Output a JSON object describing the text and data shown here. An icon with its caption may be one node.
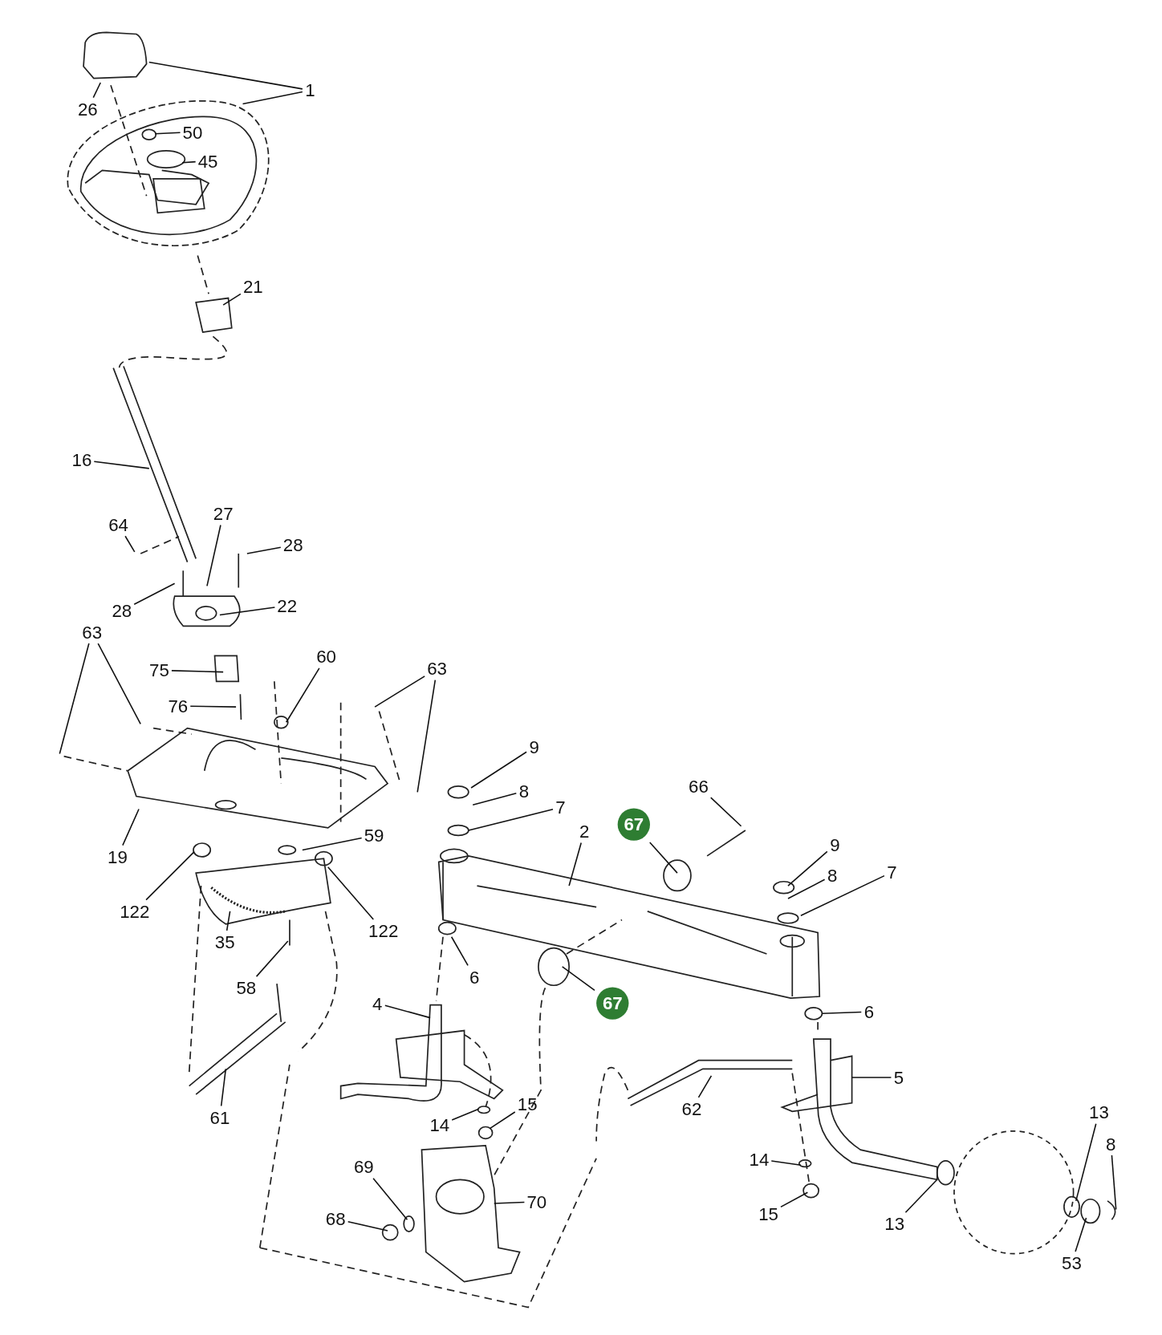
{
  "diagram": {
    "nodes": [
      {
        "text": [
          "1"
        ]
      },
      {
        "text": [
          "26"
        ]
      },
      {
        "text": [
          "50"
        ]
      },
      {
        "text": [
          "45"
        ]
      },
      {
        "text": [
          "21"
        ]
      },
      {
        "text": [
          "16"
        ]
      },
      {
        "text": [
          "64"
        ]
      },
      {
        "text": [
          "27"
        ]
      },
      {
        "text": [
          "28"
        ]
      },
      {
        "text": [
          "28"
        ]
      },
      {
        "text": [
          "22"
        ]
      },
      {
        "text": [
          "63"
        ]
      },
      {
        "text": [
          "75"
        ]
      },
      {
        "text": [
          "60"
        ]
      },
      {
        "text": [
          "63"
        ]
      },
      {
        "text": [
          "76"
        ]
      },
      {
        "text": [
          "9"
        ]
      },
      {
        "text": [
          "66"
        ]
      },
      {
        "text": [
          "8"
        ]
      },
      {
        "text": [
          "7"
        ]
      },
      {
        "text": [
          "2"
        ]
      },
      {
        "text": [
          "67"
        ]
      },
      {
        "text": [
          "9"
        ]
      },
      {
        "text": [
          "8"
        ]
      },
      {
        "text": [
          "7"
        ]
      },
      {
        "text": [
          "19"
        ]
      },
      {
        "text": [
          "59"
        ]
      },
      {
        "text": [
          "122"
        ]
      },
      {
        "text": [
          "122"
        ]
      },
      {
        "text": [
          "35"
        ]
      },
      {
        "text": [
          "6"
        ]
      },
      {
        "text": [
          "58"
        ]
      },
      {
        "text": [
          "67"
        ]
      },
      {
        "text": [
          "4"
        ]
      },
      {
        "text": [
          "6"
        ]
      },
      {
        "text": [
          "5"
        ]
      },
      {
        "text": [
          "62"
        ]
      },
      {
        "text": [
          "61"
        ]
      },
      {
        "text": [
          "14"
        ]
      },
      {
        "text": [
          "15"
        ]
      },
      {
        "text": [
          "13"
        ]
      },
      {
        "text": [
          "8"
        ]
      },
      {
        "text": [
          "14"
        ]
      },
      {
        "text": [
          "69"
        ]
      },
      {
        "text": [
          "70"
        ]
      },
      {
        "text": [
          "15"
        ]
      },
      {
        "text": [
          "68"
        ]
      },
      {
        "text": [
          "13"
        ]
      },
      {
        "text": [
          "53"
        ]
      }
    ],
    "edges": [
      {
        "from": 0,
        "to": null,
        "arrow": "none"
      },
      {
        "from": 0,
        "to": null,
        "arrow": "none"
      },
      {
        "from": 1,
        "to": null,
        "arrow": "none"
      },
      {
        "from": 2,
        "to": null,
        "arrow": "none"
      },
      {
        "from": 3,
        "to": null,
        "arrow": "none"
      },
      {
        "from": 4,
        "to": null,
        "arrow": "none"
      },
      {
        "from": 5,
        "to": null,
        "arrow": "none"
      },
      {
        "from": 6,
        "to": null,
        "arrow": "none"
      },
      {
        "from": 7,
        "to": null,
        "arrow": "none"
      },
      {
        "from": 8,
        "to": null,
        "arrow": "none"
      },
      {
        "from": 9,
        "to": null,
        "arrow": "none"
      },
      {
        "from": 10,
        "to": null,
        "arrow": "none"
      },
      {
        "from": 11,
        "to": null,
        "arrow": "none"
      },
      {
        "from": 11,
        "to": null,
        "arrow": "none"
      },
      {
        "from": 12,
        "to": null,
        "arrow": "none"
      },
      {
        "from": 13,
        "to": null,
        "arrow": "none"
      },
      {
        "from": 14,
        "to": null,
        "arrow": "none"
      },
      {
        "from": 14,
        "to": null,
        "arrow": "none"
      },
      {
        "from": 15,
        "to": null,
        "arrow": "none"
      },
      {
        "from": 16,
        "to": null,
        "arrow": "none"
      },
      {
        "from": 17,
        "to": null,
        "arrow": "none"
      },
      {
        "from": 18,
        "to": null,
        "arrow": "none"
      },
      {
        "from": 19,
        "to": null,
        "arrow": "none"
      },
      {
        "from": 20,
        "to": null,
        "arrow": "none"
      },
      {
        "from": 21,
        "to": null,
        "arrow": "none"
      },
      {
        "from": 22,
        "to": null,
        "arrow": "none"
      },
      {
        "from": 23,
        "to": null,
        "arrow": "none"
      },
      {
        "from": 24,
        "to": null,
        "arrow": "none"
      },
      {
        "from": 25,
        "to": null,
        "arrow": "none"
      },
      {
        "from": 26,
        "to": null,
        "arrow": "none"
      },
      {
        "from": 27,
        "to": null,
        "arrow": "none"
      },
      {
        "from": 28,
        "to": null,
        "arrow": "none"
      },
      {
        "from": 29,
        "to": null,
        "arrow": "none"
      },
      {
        "from": 30,
        "to": null,
        "arrow": "none"
      },
      {
        "from": 31,
        "to": null,
        "arrow": "none"
      },
      {
        "from": 32,
        "to": null,
        "arrow": "none"
      },
      {
        "from": 33,
        "to": null,
        "arrow": "none"
      },
      {
        "from": 34,
        "to": null,
        "arrow": "none"
      },
      {
        "from": 35,
        "to": null,
        "arrow": "none"
      },
      {
        "from": 36,
        "to": null,
        "arrow": "none"
      },
      {
        "from": 37,
        "to": null,
        "arrow": "none"
      },
      {
        "from": 38,
        "to": null,
        "arrow": "none"
      },
      {
        "from": 39,
        "to": null,
        "arrow": "none"
      },
      {
        "from": 40,
        "to": null,
        "arrow": "none"
      },
      {
        "from": 41,
        "to": null,
        "arrow": "none"
      },
      {
        "from": 42,
        "to": null,
        "arrow": "none"
      },
      {
        "from": 43,
        "to": null,
        "arrow": "none"
      },
      {
        "from": 44,
        "to": null,
        "arrow": "none"
      },
      {
        "from": 45,
        "to": null,
        "arrow": "none"
      },
      {
        "from": 46,
        "to": null,
        "arrow": "none"
      },
      {
        "from": 47,
        "to": null,
        "arrow": "none"
      },
      {
        "from": 48,
        "to": null,
        "arrow": "none"
      }
    ]
  }
}
